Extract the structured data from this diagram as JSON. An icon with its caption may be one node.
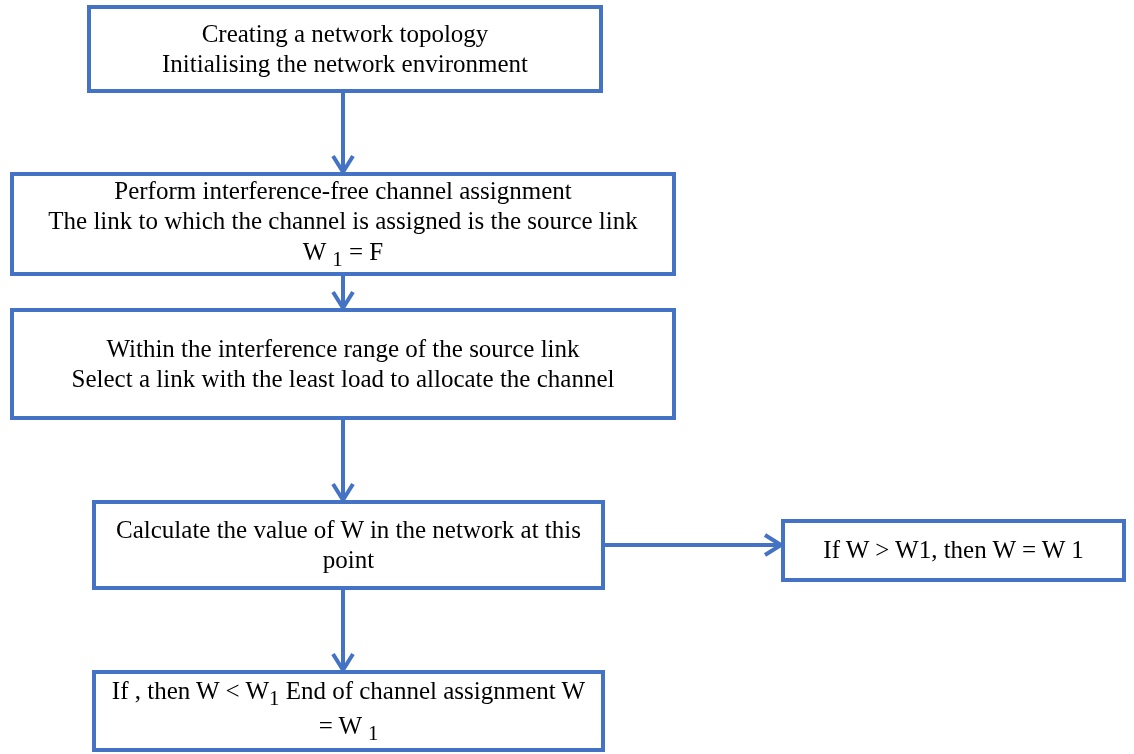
{
  "diagram": {
    "nodes": [
      {
        "text": [
          "Creating a network topology",
          "Initialising the network environment"
        ]
      },
      {
        "text": [
          "Perform interference-free channel assignment",
          "The link to which the channel is assigned is the source link",
          "W $_{1}$ = F"
        ]
      },
      {
        "text": [
          "Within the interference range of the source link",
          "Select a link with the least load to allocate the channel"
        ]
      },
      {
        "text": [
          "Calculate the value of W in the network at this point"
        ]
      },
      {
        "text": [
          "If W > W1, then W = W 1"
        ]
      },
      {
        "text": [
          "If , then W < W$_{1}$ End of channel assignment W = W $_{1}$"
        ]
      }
    ],
    "edges": [
      {
        "from": 0,
        "to": 1,
        "arrow": "to"
      },
      {
        "from": 1,
        "to": 2,
        "arrow": "to"
      },
      {
        "from": 2,
        "to": 3,
        "arrow": "to"
      },
      {
        "from": 3,
        "to": 4,
        "arrow": "to"
      },
      {
        "from": 3,
        "to": 5,
        "arrow": "to"
      }
    ]
  }
}
